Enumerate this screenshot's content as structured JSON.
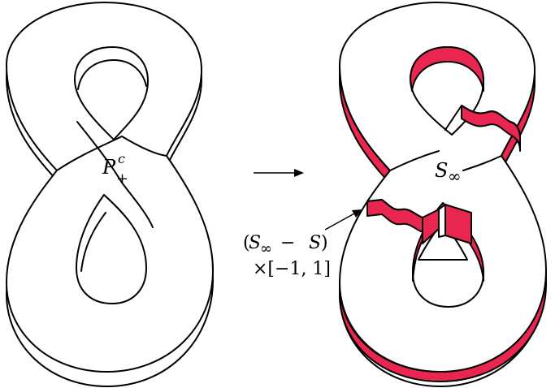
{
  "labels": {
    "left_main": "P",
    "left_sup": "c",
    "left_sub": "+",
    "right_main": "S",
    "right_sub": "∞",
    "annotation_line1_open": "(",
    "annotation_line1_S": "S",
    "annotation_line1_inf": "∞",
    "annotation_line1_minus": " − ",
    "annotation_line1_S2": "S",
    "annotation_line1_close": ")",
    "annotation_line2": "×[−1, 1]"
  },
  "colors": {
    "highlight": "#e8264f",
    "stroke": "#000000",
    "surface": "#ffffff"
  }
}
